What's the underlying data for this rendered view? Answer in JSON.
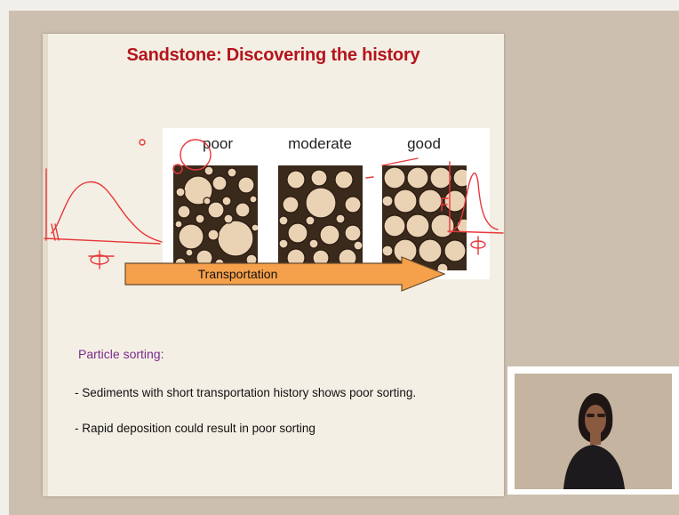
{
  "slide": {
    "title": "Sandstone: Discovering the history",
    "sorting_labels": [
      "poor",
      "moderate",
      "good"
    ],
    "arrow_label": "Transportation",
    "section_heading": "Particle sorting:",
    "bullets": [
      "- Sediments with short transportation history shows poor sorting.",
      "- Rapid deposition could result in poor sorting"
    ]
  },
  "colors": {
    "title": "#b4141c",
    "heading": "#7a2a8c",
    "arrow_fill": "#f5a04a",
    "ink": "#e8373a"
  },
  "icons": {
    "grain_panels": "grain-sorting-illustration",
    "annotation": "handwritten-ink",
    "presenter": "presenter-video"
  }
}
